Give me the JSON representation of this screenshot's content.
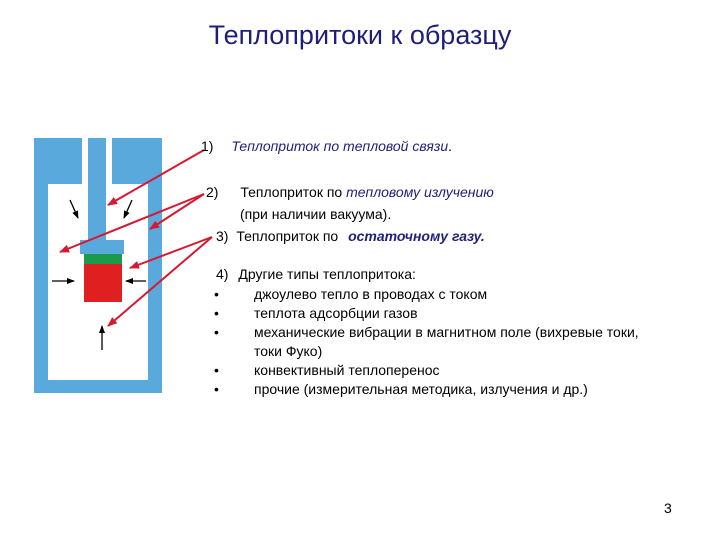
{
  "title": "Теплопритоки к образцу",
  "items": {
    "i1_num": "1)",
    "i1_text": "Теплоприток по тепловой связи",
    "i1_end": ".",
    "i2_num": "2)",
    "i2_text": "Теплоприток по ",
    "i2_em": "тепловому излучению",
    "i2_sub": "(при наличии вакуума).",
    "i3_num": "3)",
    "i3_text": "Теплоприток по ",
    "i3_em": "остаточному газу.",
    "i4_num": "4)",
    "i4_text": "Другие типы теплопритока:"
  },
  "bullets": [
    "джоулево тепло в проводах с током",
    "теплота адсорбции газов",
    "механические вибрации в магнитном поле (вихревые токи,",
    "токи Фуко)",
    "конвективный теплоперенос",
    "прочие (измерительная методика, излучения и др.)"
  ],
  "bullet_glyph": "•",
  "page_number": "3",
  "colors": {
    "title": "#1f1f7a",
    "vessel": "#5aa9dc",
    "sample": "#e02020",
    "sample_top": "#1a9a4a",
    "arrow": "#d81830"
  }
}
